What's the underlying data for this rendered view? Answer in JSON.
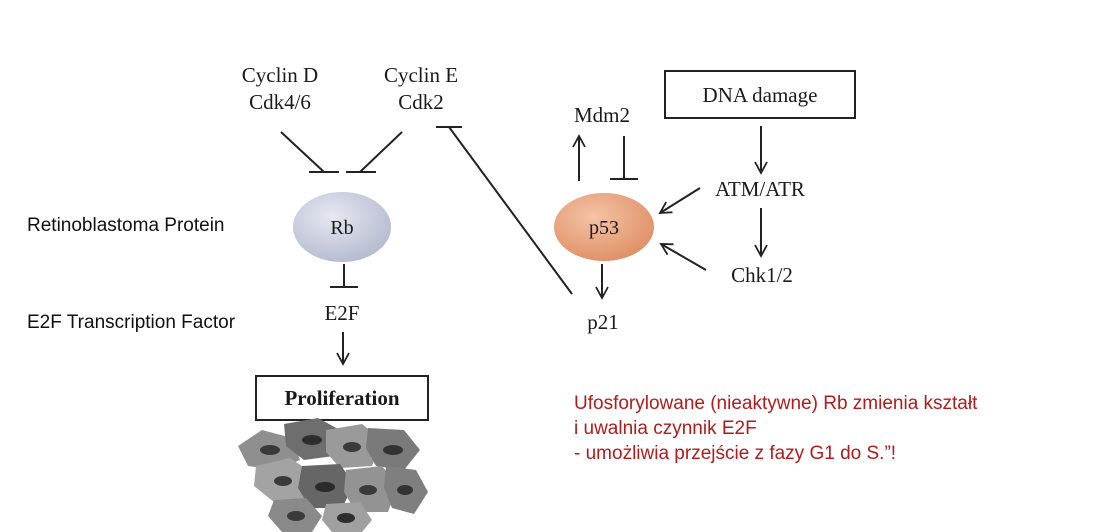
{
  "labels": {
    "retinoblastoma": "Retinoblastoma Protein",
    "e2f_factor": "E2F Transcription Factor"
  },
  "nodes": {
    "cyclin_d_line1": "Cyclin D",
    "cyclin_d_line2": "Cdk4/6",
    "cyclin_e_line1": "Cyclin E",
    "cyclin_e_line2": "Cdk2",
    "rb": "Rb",
    "e2f": "E2F",
    "proliferation": "Proliferation",
    "mdm2": "Mdm2",
    "p53": "p53",
    "p21": "p21",
    "dna_damage": "DNA damage",
    "atm_atr": "ATM/ATR",
    "chk": "Chk1/2"
  },
  "note": {
    "line1": "Ufosforylowane (nieaktywne) Rb zmienia kształt",
    "line2": "i uwalnia czynnik E2F",
    "line3": "- umożliwia przejście z fazy G1 do S.”!",
    "color": "#b31b1b"
  },
  "colors": {
    "rb_fill": "#c9cdde",
    "p53_fill": "#e9a27c"
  }
}
